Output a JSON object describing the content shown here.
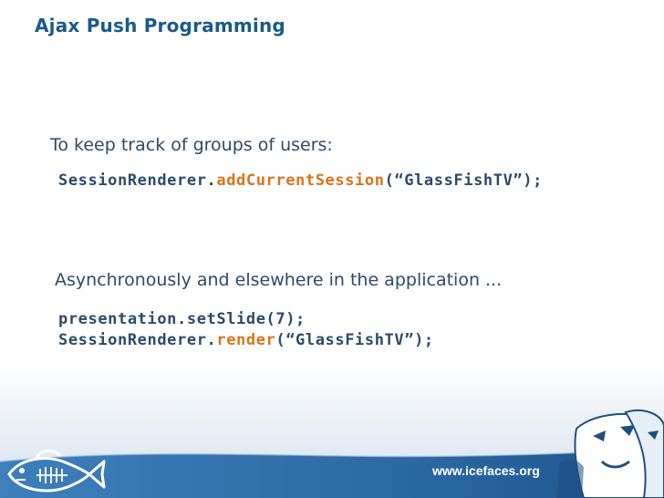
{
  "slide": {
    "title": "Ajax Push Programming",
    "intro_text": "To keep track of groups of users:",
    "code_line_1": {
      "prefix": "SessionRenderer.",
      "method": "addCurrentSession",
      "suffix": "(“GlassFishTV”);"
    },
    "async_text": "Asynchronously and elsewhere in the application ...",
    "code_line_2": "presentation.setSlide(7);",
    "code_line_3": {
      "prefix": "SessionRenderer.",
      "method": "render",
      "suffix": "(“GlassFishTV”);"
    }
  },
  "footer": {
    "url": "www.icefaces.org",
    "left_logo_icon": "glassfish-fish-icon",
    "right_logo_icon": "icefaces-masks-icon"
  },
  "colors": {
    "title": "#1a5a8a",
    "text": "#2c4a6b",
    "highlight": "#d9731a",
    "footer": "#2d6aa5"
  }
}
